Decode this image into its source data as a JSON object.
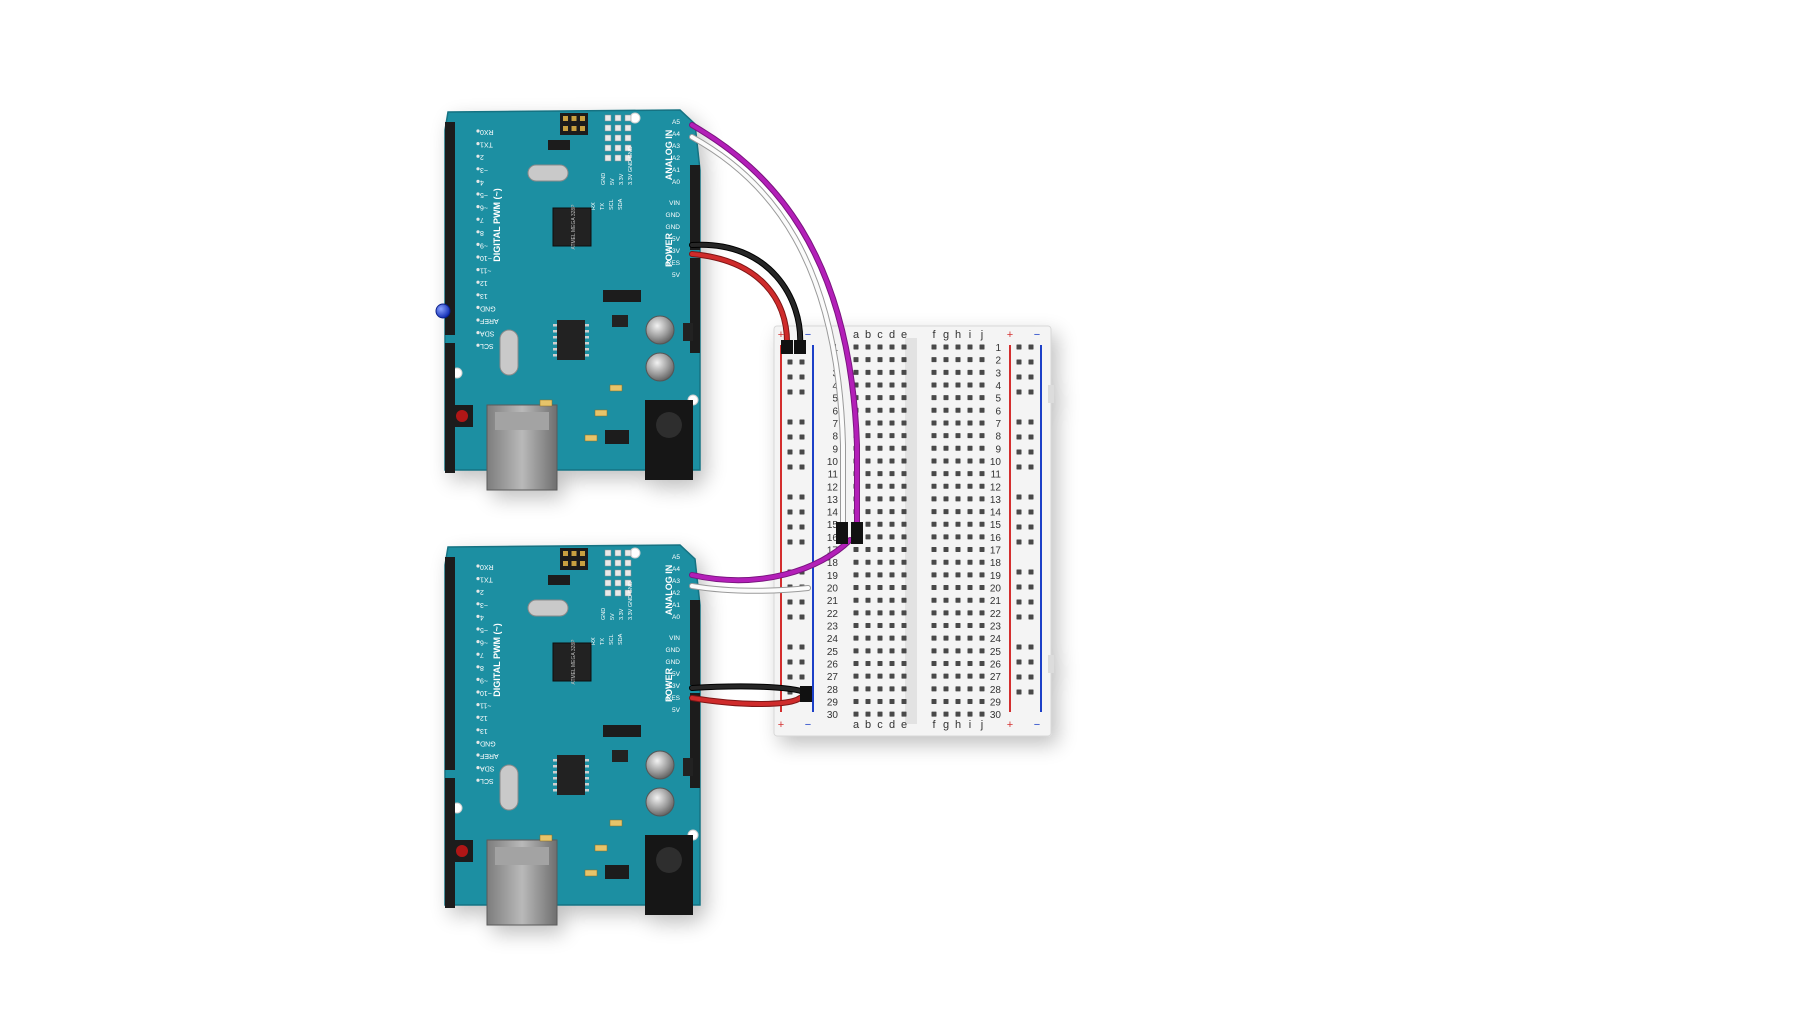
{
  "colors": {
    "background": "#ffffff",
    "arduino_board": "#1a8fa0",
    "breadboard": "#f3f3f3",
    "rail_positive": "#d32f2f",
    "rail_negative": "#1e40c8",
    "wire_purple": "#a21caf",
    "wire_white": "#fafafa",
    "wire_black": "#1a1a1a",
    "wire_red": "#c62828",
    "led_blue": "#1d3fd6"
  },
  "arduino_top": {
    "digital_pins": [
      "RX0",
      "TX1",
      "2",
      "~3",
      "4",
      "~5",
      "~6",
      "7",
      "8",
      "~9",
      "~10",
      "~11",
      "12",
      "13",
      "GND",
      "AREF",
      "SDA",
      "SCL"
    ],
    "digital_label": "DIGITAL PWM (~)",
    "analog_label": "ANALOG IN",
    "analog_pins": [
      "A5",
      "A4",
      "A3",
      "A2",
      "A1",
      "A0"
    ],
    "power_label": "POWER",
    "power_pins": [
      "VIN",
      "GND",
      "GND",
      "5V",
      "3.3V",
      "RES",
      "5V"
    ],
    "icsp_labels": [
      "GND",
      "5V",
      "3.3V",
      "3.3V GND GND"
    ],
    "i2c_labels": [
      "RX",
      "TX",
      "SCL",
      "SDA"
    ],
    "chip_label": "ATMEL MEGA 328P"
  },
  "arduino_bottom": {
    "digital_pins": [
      "RX0",
      "TX1",
      "2",
      "~3",
      "4",
      "~5",
      "~6",
      "7",
      "8",
      "~9",
      "~10",
      "~11",
      "12",
      "13",
      "GND",
      "AREF",
      "SDA",
      "SCL"
    ],
    "digital_label": "DIGITAL PWM (~)",
    "analog_label": "ANALOG IN",
    "analog_pins": [
      "A5",
      "A4",
      "A3",
      "A2",
      "A1",
      "A0"
    ],
    "power_label": "POWER",
    "power_pins": [
      "VIN",
      "GND",
      "GND",
      "5V",
      "3.3V",
      "RES",
      "5V"
    ],
    "icsp_labels": [
      "GND",
      "5V",
      "3.3V",
      "3.3V GND GND"
    ],
    "i2c_labels": [
      "RX",
      "TX",
      "SCL",
      "SDA"
    ],
    "chip_label": "ATMEL MEGA 328P"
  },
  "breadboard": {
    "cols_left": [
      "a",
      "b",
      "c",
      "d",
      "e"
    ],
    "cols_right": [
      "f",
      "g",
      "h",
      "i",
      "j"
    ],
    "rows": [
      "1",
      "2",
      "3",
      "4",
      "5",
      "6",
      "7",
      "8",
      "9",
      "10",
      "11",
      "12",
      "13",
      "14",
      "15",
      "16",
      "17",
      "18",
      "19",
      "20",
      "21",
      "22",
      "23",
      "24",
      "25",
      "26",
      "27",
      "28",
      "29",
      "30"
    ],
    "plus": "+",
    "minus": "−"
  }
}
